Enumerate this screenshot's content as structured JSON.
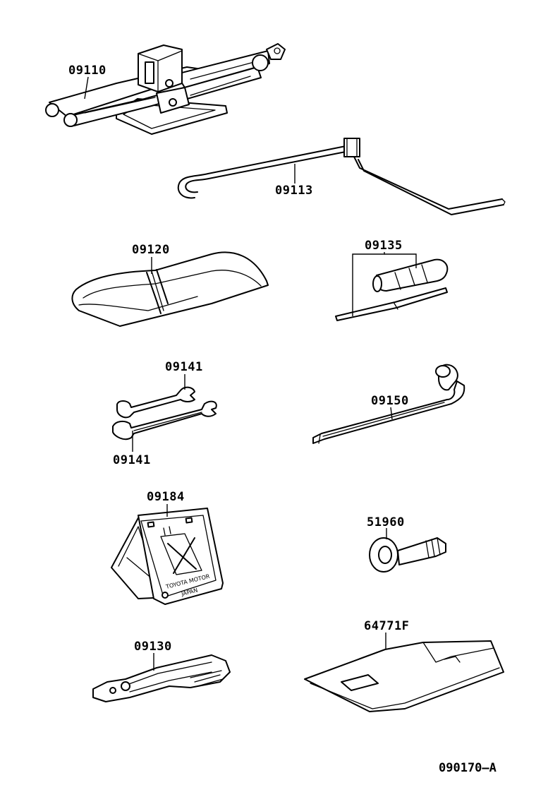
{
  "parts": [
    {
      "id": "jack",
      "number": "09110"
    },
    {
      "id": "jack-handle",
      "number": "09113"
    },
    {
      "id": "tool-bag",
      "number": "09120"
    },
    {
      "id": "screwdriver",
      "number": "09135"
    },
    {
      "id": "wrench-top",
      "number": "09141"
    },
    {
      "id": "wrench-bottom",
      "number": "09141"
    },
    {
      "id": "wheel-nut-wrench",
      "number": "09150"
    },
    {
      "id": "warning-triangle",
      "number": "09184"
    },
    {
      "id": "towing-eye",
      "number": "51960"
    },
    {
      "id": "pliers",
      "number": "09130"
    },
    {
      "id": "cover-sheet",
      "number": "64771F"
    }
  ],
  "plate_text": {
    "line1": "TOYOTA MOTOR",
    "line2": "JAPAN"
  },
  "diagram_ref": "090170–A"
}
